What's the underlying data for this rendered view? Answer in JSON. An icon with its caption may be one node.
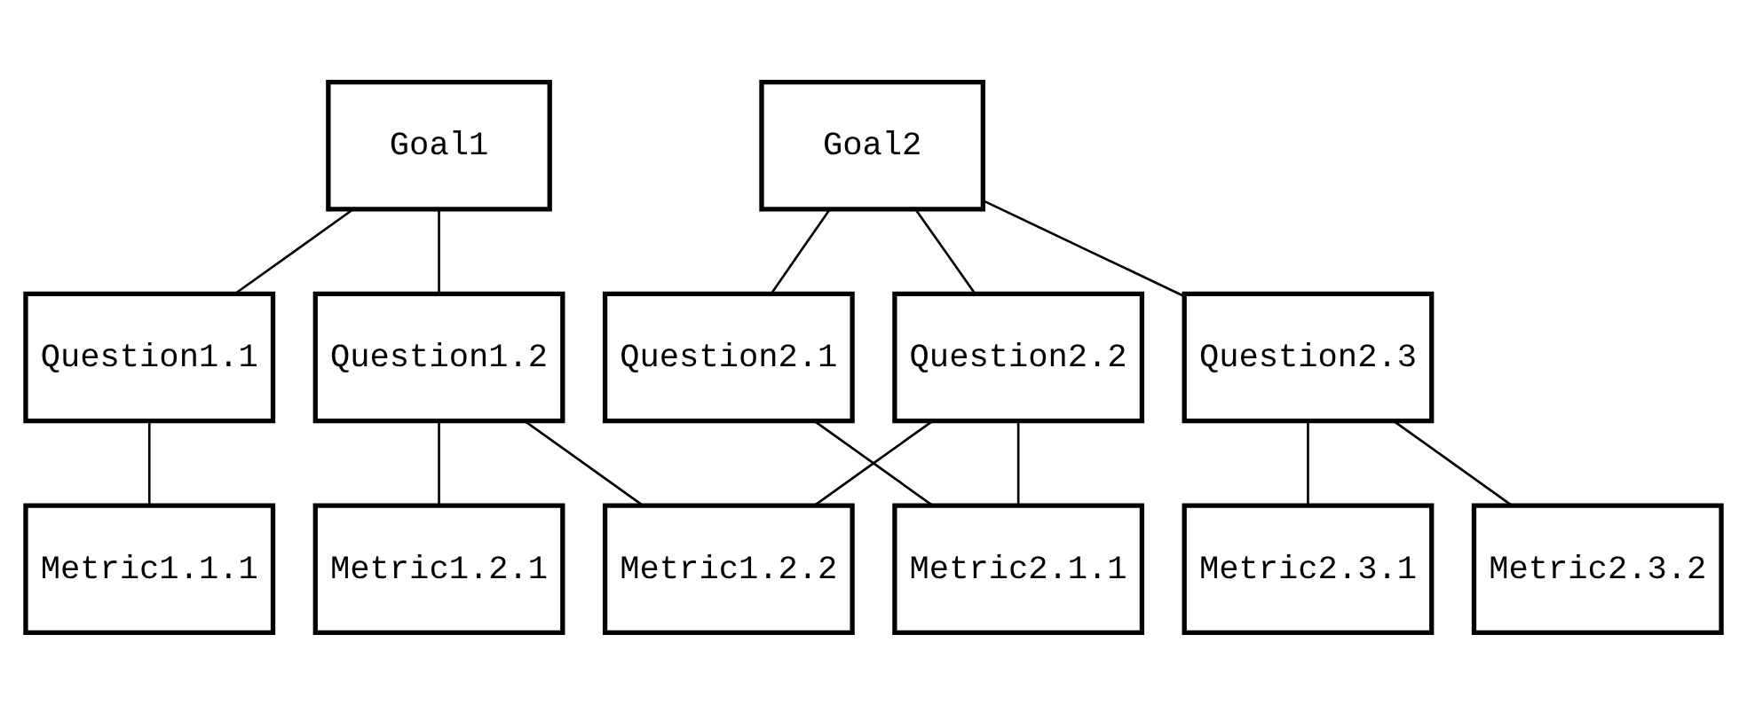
{
  "diagram": {
    "nodes": [
      {
        "text": [
          "Goal1"
        ]
      },
      {
        "text": [
          "Goal2"
        ]
      },
      {
        "text": [
          "Question1.1"
        ]
      },
      {
        "text": [
          "Question1.2"
        ]
      },
      {
        "text": [
          "Question2.1"
        ]
      },
      {
        "text": [
          "Question2.2"
        ]
      },
      {
        "text": [
          "Question2.3"
        ]
      },
      {
        "text": [
          "Metric1.1.1"
        ]
      },
      {
        "text": [
          "Metric1.2.1"
        ]
      },
      {
        "text": [
          "Metric1.2.2"
        ]
      },
      {
        "text": [
          "Metric2.1.1"
        ]
      },
      {
        "text": [
          "Metric2.3.1"
        ]
      },
      {
        "text": [
          "Metric2.3.2"
        ]
      }
    ],
    "edges": [
      {
        "from": 0,
        "to": 2,
        "arrow": "none"
      },
      {
        "from": 0,
        "to": 3,
        "arrow": "none"
      },
      {
        "from": 1,
        "to": 4,
        "arrow": "none"
      },
      {
        "from": 1,
        "to": 5,
        "arrow": "none"
      },
      {
        "from": 1,
        "to": 6,
        "arrow": "none"
      },
      {
        "from": 2,
        "to": 7,
        "arrow": "none"
      },
      {
        "from": 3,
        "to": 8,
        "arrow": "none"
      },
      {
        "from": 3,
        "to": 9,
        "arrow": "none"
      },
      {
        "from": 5,
        "to": 9,
        "arrow": "none"
      },
      {
        "from": 4,
        "to": 10,
        "arrow": "none"
      },
      {
        "from": 5,
        "to": 10,
        "arrow": "none"
      },
      {
        "from": 6,
        "to": 11,
        "arrow": "none"
      },
      {
        "from": 6,
        "to": 12,
        "arrow": "none"
      }
    ]
  }
}
